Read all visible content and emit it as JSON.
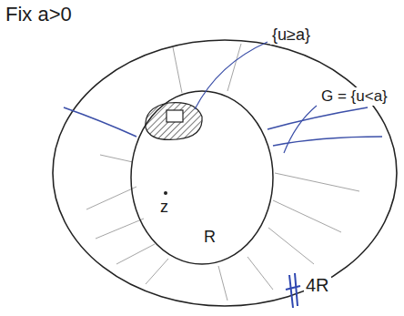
{
  "diagram": {
    "labels": [
      "Fix a>0",
      "{u≥a}",
      "G = {u<a}",
      "z",
      "R",
      "4R"
    ]
  }
}
